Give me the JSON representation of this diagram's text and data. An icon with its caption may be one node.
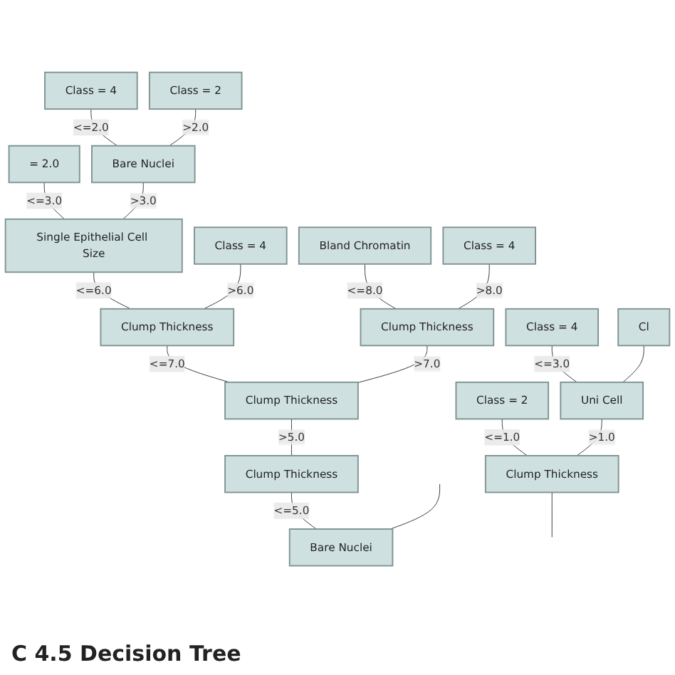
{
  "diagram": {
    "title": "C 4.5 Decision Tree",
    "nodes": [
      {
        "text": [
          "Bare Nuclei"
        ]
      },
      {
        "text": [
          "Clump Thickness"
        ]
      },
      {
        "text": [
          "Clump Thickness"
        ]
      },
      {
        "text": [
          "Clump Thickness"
        ]
      },
      {
        "text": [
          "Clump Thickness"
        ]
      },
      {
        "text": [
          "Single Epithelial Cell Size"
        ]
      },
      {
        "text": [
          "Class = 4"
        ]
      },
      {
        "text": [
          "Bland Chromatin"
        ]
      },
      {
        "text": [
          "Class = 4"
        ]
      },
      {
        "text": [
          "= 2.0"
        ]
      },
      {
        "text": [
          "Bare Nuclei"
        ]
      },
      {
        "text": [
          "Class = 4"
        ]
      },
      {
        "text": [
          "Class = 2"
        ]
      },
      {
        "text": [
          "Clump Thickness"
        ]
      },
      {
        "text": [
          "Class = 2"
        ]
      },
      {
        "text": [
          "Uni Cell"
        ]
      },
      {
        "text": [
          "Class = 4"
        ]
      },
      {
        "text": [
          "Cl"
        ]
      }
    ],
    "edges": [
      {
        "from": 0,
        "to": 1,
        "arrow": "none",
        "label": "<=5.0"
      },
      {
        "from": 0,
        "to": null,
        "arrow": "none"
      },
      {
        "from": 1,
        "to": 2,
        "arrow": "none",
        "label": ">5.0"
      },
      {
        "from": 2,
        "to": 3,
        "arrow": "none",
        "label": "<=7.0"
      },
      {
        "from": 2,
        "to": 4,
        "arrow": "none",
        "label": ">7.0"
      },
      {
        "from": 3,
        "to": 5,
        "arrow": "none",
        "label": "<=6.0"
      },
      {
        "from": 3,
        "to": 6,
        "arrow": "none",
        "label": ">6.0"
      },
      {
        "from": 4,
        "to": 7,
        "arrow": "none",
        "label": "<=8.0"
      },
      {
        "from": 4,
        "to": 8,
        "arrow": "none",
        "label": ">8.0"
      },
      {
        "from": 5,
        "to": 9,
        "arrow": "none",
        "label": "<=3.0"
      },
      {
        "from": 5,
        "to": 10,
        "arrow": "none",
        "label": ">3.0"
      },
      {
        "from": 10,
        "to": 11,
        "arrow": "none",
        "label": "<=2.0"
      },
      {
        "from": 10,
        "to": 12,
        "arrow": "none",
        "label": ">2.0"
      },
      {
        "from": null,
        "to": 13,
        "arrow": "none"
      },
      {
        "from": 13,
        "to": 14,
        "arrow": "none",
        "label": "<=1.0"
      },
      {
        "from": 13,
        "to": 15,
        "arrow": "none",
        "label": ">1.0"
      },
      {
        "from": 15,
        "to": 16,
        "arrow": "none",
        "label": "<=3.0"
      },
      {
        "from": 15,
        "to": 17,
        "arrow": "none"
      }
    ]
  }
}
